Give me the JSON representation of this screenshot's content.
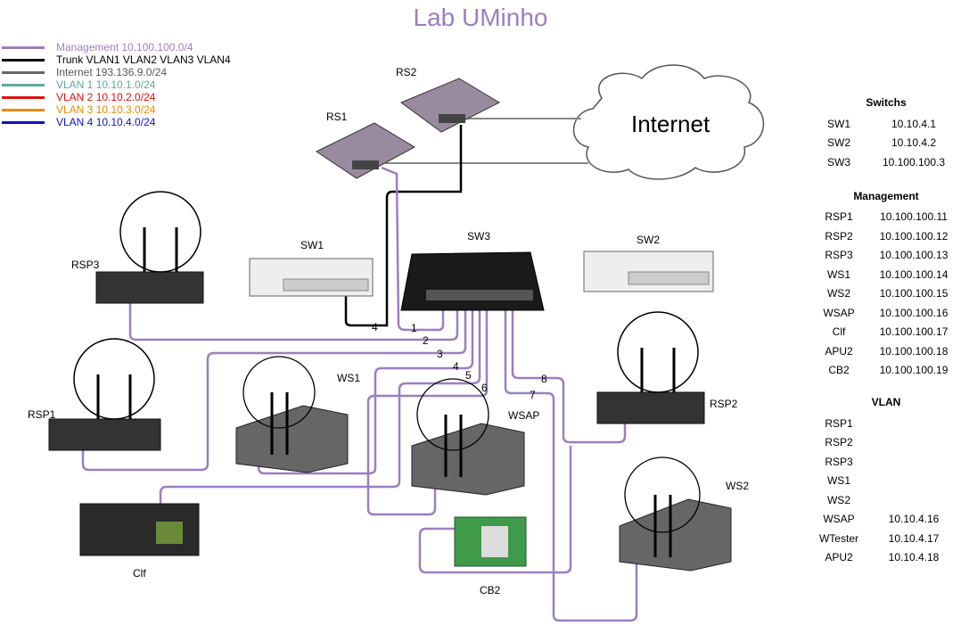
{
  "title": "Lab UMinho",
  "legend": [
    {
      "label": "Management  10.100.100.0/4",
      "color": "#9b7fc0"
    },
    {
      "label": "Trunk VLAN1 VLAN2 VLAN3 VLAN4",
      "color": "#000000"
    },
    {
      "label": "Internet 193.136.9.0/24",
      "color": "#666666"
    },
    {
      "label": "VLAN 1 10.10.1.0/24",
      "color": "#5fa89a"
    },
    {
      "label": "VLAN 2 10.10.2.0/24",
      "color": "#e01010"
    },
    {
      "label": "VLAN 3 10.10.3.0/24",
      "color": "#f08a00"
    },
    {
      "label": "VLAN 4 10.10.4.0/24",
      "color": "#1010c0"
    }
  ],
  "internet_label": "Internet",
  "devices": {
    "rs1": "RS1",
    "rs2": "RS2",
    "sw1": "SW1",
    "sw2": "SW2",
    "sw3": "SW3",
    "rsp1": "RSP1",
    "rsp2": "RSP2",
    "rsp3": "RSP3",
    "ws1": "WS1",
    "ws2": "WS2",
    "wsap": "WSAP",
    "clf": "Clf",
    "cb2": "CB2"
  },
  "ports": [
    "1",
    "2",
    "3",
    "4",
    "5",
    "6",
    "7",
    "8",
    "4"
  ],
  "switchs": {
    "title": "Switchs",
    "rows": [
      [
        "SW1",
        "10.10.4.1"
      ],
      [
        "SW2",
        "10.10.4.2"
      ],
      [
        "SW3",
        "10.100.100.3"
      ]
    ]
  },
  "management": {
    "title": "Management",
    "rows": [
      [
        "RSP1",
        "10.100.100.11"
      ],
      [
        "RSP2",
        "10.100.100.12"
      ],
      [
        "RSP3",
        "10.100.100.13"
      ],
      [
        "WS1",
        "10.100.100.14"
      ],
      [
        "WS2",
        "10.100.100.15"
      ],
      [
        "WSAP",
        "10.100.100.16"
      ],
      [
        "Clf",
        "10.100.100.17"
      ],
      [
        "APU2",
        "10.100.100.18"
      ],
      [
        "CB2",
        "10.100.100.19"
      ]
    ]
  },
  "vlan": {
    "title": "VLAN",
    "rows": [
      [
        "RSP1",
        ""
      ],
      [
        "RSP2",
        ""
      ],
      [
        "RSP3",
        ""
      ],
      [
        "WS1",
        ""
      ],
      [
        "WS2",
        ""
      ],
      [
        "WSAP",
        "10.10.4.16"
      ],
      [
        "WTester",
        "10.10.4.17"
      ],
      [
        "APU2",
        "10.10.4.18"
      ]
    ]
  }
}
